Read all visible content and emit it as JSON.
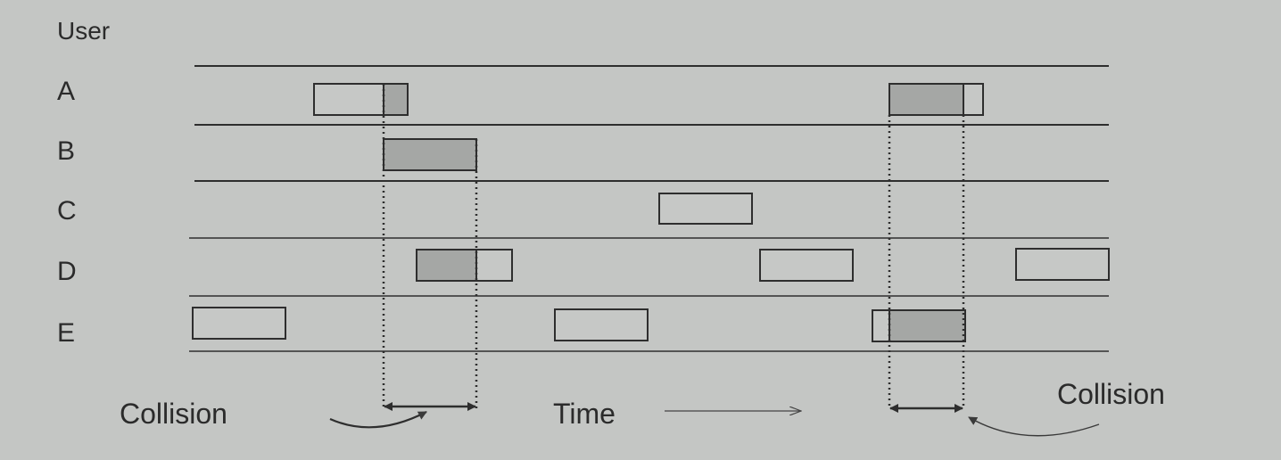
{
  "header_label": "User",
  "users": [
    "A",
    "B",
    "C",
    "D",
    "E"
  ],
  "labels": {
    "collision_left": "Collision",
    "collision_right": "Collision",
    "time": "Time"
  },
  "colors": {
    "background": "#c4c6c4",
    "line": "#2e2e2e",
    "frame_fill": "#c6c8c6",
    "overlap_fill": "#a5a7a5"
  }
}
